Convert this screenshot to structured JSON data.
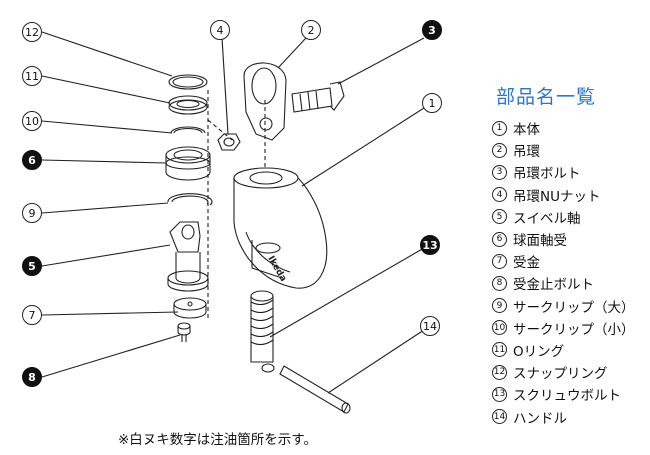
{
  "callouts": [
    {
      "id": "12",
      "fill": "white"
    },
    {
      "id": "11",
      "fill": "white"
    },
    {
      "id": "10",
      "fill": "white"
    },
    {
      "id": "6",
      "fill": "black"
    },
    {
      "id": "9",
      "fill": "white"
    },
    {
      "id": "5",
      "fill": "black"
    },
    {
      "id": "7",
      "fill": "white"
    },
    {
      "id": "8",
      "fill": "black"
    },
    {
      "id": "4",
      "fill": "white"
    },
    {
      "id": "2",
      "fill": "white"
    },
    {
      "id": "3",
      "fill": "black"
    },
    {
      "id": "1",
      "fill": "white"
    },
    {
      "id": "13",
      "fill": "black"
    },
    {
      "id": "14",
      "fill": "white"
    }
  ],
  "parts_panel": {
    "title": "部品名一覧",
    "items": [
      {
        "num": "1",
        "name": "本体"
      },
      {
        "num": "2",
        "name": "吊環"
      },
      {
        "num": "3",
        "name": "吊環ボルト"
      },
      {
        "num": "4",
        "name": "吊環NUナット"
      },
      {
        "num": "5",
        "name": "スイベル軸"
      },
      {
        "num": "6",
        "name": "球面軸受"
      },
      {
        "num": "7",
        "name": "受金"
      },
      {
        "num": "8",
        "name": "受金止ボルト"
      },
      {
        "num": "9",
        "name": "サークリップ（大）"
      },
      {
        "num": "10",
        "name": "サークリップ（小）"
      },
      {
        "num": "11",
        "name": "Oリング"
      },
      {
        "num": "12",
        "name": "スナップリング"
      },
      {
        "num": "13",
        "name": "スクリュウボルト"
      },
      {
        "num": "14",
        "name": "ハンドル"
      }
    ]
  },
  "footnote": "※白ヌキ数字は注油箇所を示す。",
  "body_marking": "Ikeda",
  "colors": {
    "title": "#2a78c8",
    "line": "#222222",
    "callout_black": "#111111"
  }
}
